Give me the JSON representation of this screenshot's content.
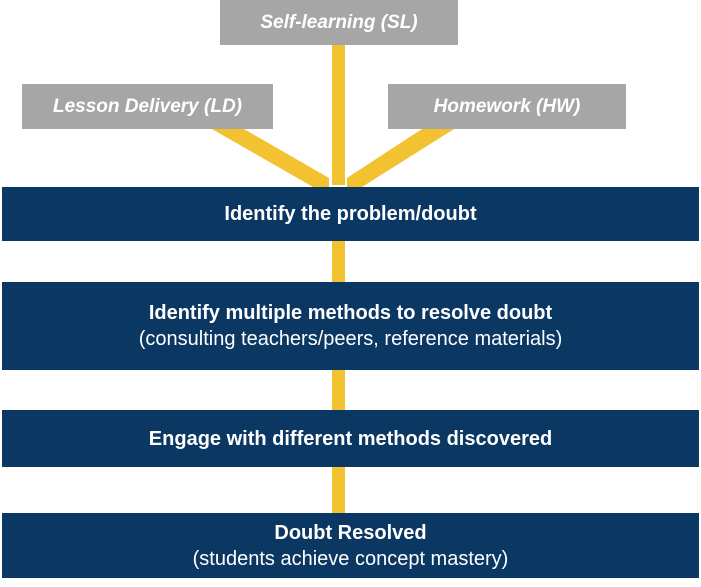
{
  "sources": {
    "self_learning": "Self-learning (SL)",
    "lesson_delivery": "Lesson Delivery (LD)",
    "homework": "Homework (HW)"
  },
  "steps": [
    {
      "title": "Identify the problem/doubt",
      "subtitle": ""
    },
    {
      "title": "Identify multiple methods to resolve doubt",
      "subtitle": "(consulting teachers/peers, reference materials)"
    },
    {
      "title": "Engage with different methods discovered",
      "subtitle": ""
    },
    {
      "title": "Doubt Resolved",
      "subtitle": "(students achieve concept mastery)"
    }
  ],
  "colors": {
    "source_box": "#a6a6a6",
    "step_box": "#0b3763",
    "connector": "#f2c230",
    "text": "#ffffff"
  }
}
